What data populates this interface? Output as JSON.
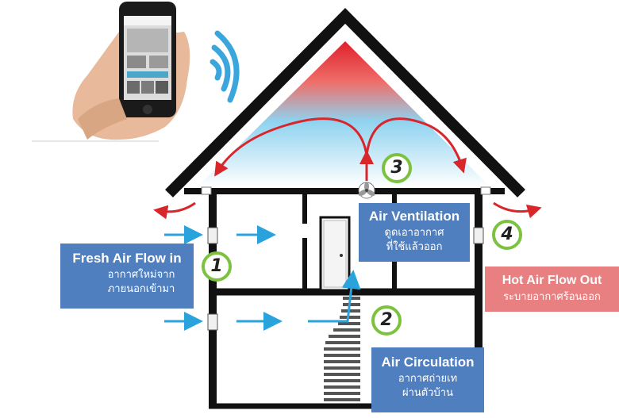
{
  "labels": {
    "fresh_title": "Fresh Air Flow in",
    "fresh_sub_1": "อากาศใหม่จาก",
    "fresh_sub_2": "ภายนอกเข้ามา",
    "vent_title": "Air Ventilation",
    "vent_sub_1": "ดูดเอาอากาศ",
    "vent_sub_2": "ที่ใช้แล้วออก",
    "circ_title": "Air Circulation",
    "circ_sub_1": "อากาศถ่ายเท",
    "circ_sub_2": "ผ่านตัวบ้าน",
    "hot_title": "Hot Air Flow Out",
    "hot_sub": "ระบายอากาศร้อนออก"
  },
  "steps": [
    "1",
    "2",
    "3",
    "4"
  ],
  "colors": {
    "blue_label": "#4f7fbf",
    "hot_label": "#e87f80",
    "arrow_blue": "#2aa3dc",
    "arrow_red": "#d9262b",
    "step_ring": "#7cc23f",
    "roof_hot": "#e43a34",
    "roof_cool": "#8fd3f0",
    "outline": "#111111"
  },
  "icons": {
    "phone": "smartphone-icon",
    "wifi": "wireless-signal-icon",
    "fan": "ventilation-fan-icon"
  }
}
